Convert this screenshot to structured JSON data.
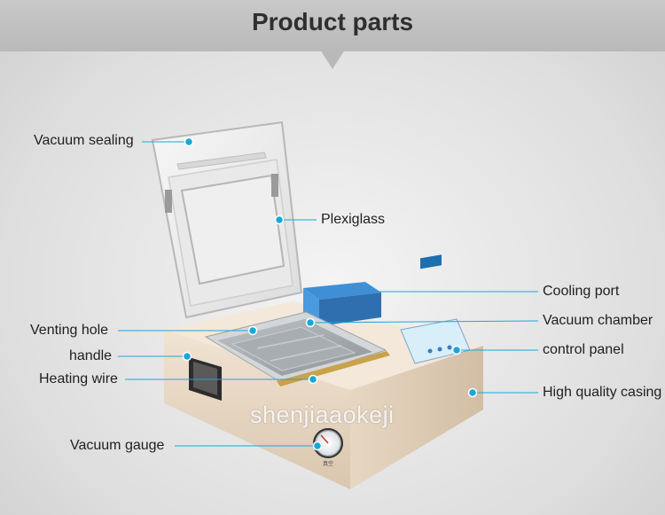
{
  "header": {
    "title": "Product parts"
  },
  "watermark": "shenjiaaokeji",
  "gauge_caption": "真空",
  "colors": {
    "leader": "#1aa7d8",
    "header_bg": "#b9b9b9",
    "body": "#ead9c4"
  },
  "callouts": [
    {
      "id": "vacuum-sealing",
      "label": "Vacuum sealing"
    },
    {
      "id": "plexiglass",
      "label": "Plexiglass"
    },
    {
      "id": "cooling-port",
      "label": "Cooling port"
    },
    {
      "id": "vacuum-chamber",
      "label": "Vacuum chamber"
    },
    {
      "id": "control-panel",
      "label": "control panel"
    },
    {
      "id": "venting-hole",
      "label": "Venting hole"
    },
    {
      "id": "handle",
      "label": "handle"
    },
    {
      "id": "heating-wire",
      "label": "Heating wire"
    },
    {
      "id": "high-quality-casing",
      "label": "High quality casing"
    },
    {
      "id": "vacuum-gauge",
      "label": "Vacuum gauge"
    }
  ]
}
